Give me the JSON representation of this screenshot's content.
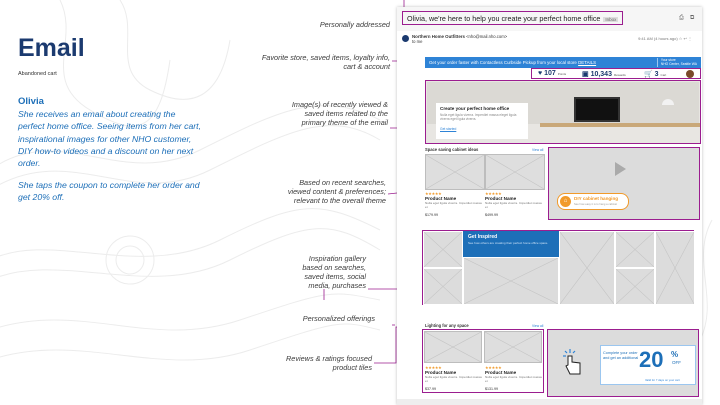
{
  "slide": {
    "title": "Email",
    "subtitle": "Abandoned cart",
    "persona_name": "Olivia",
    "story_paragraphs": [
      "She receives an email about creating the perfect home office. Seeing items from her cart, inspirational images for other NHO customer, DIY how-to videos and a discount on her next order.",
      "She taps the coupon to complete her order and get 20% off."
    ]
  },
  "annotations": {
    "personally_addressed": "Personally addressed",
    "favorites": "Favorite store, saved items, loyalty info, cart & account",
    "images_recent": "Image(s) of recently viewed & saved items related to the primary theme of the email",
    "based_on_recent": "Based on recent searches, viewed content & preferences; relevant to the overall theme",
    "inspiration": "Inspiration gallery based on searches, saved items, social media, purchases",
    "personalized": "Personalized offerings",
    "reviews": "Reviews & ratings focused product tiles"
  },
  "email": {
    "subject": "Olivia, we're here to help you create your perfect home office",
    "subject_tag": "Inbox",
    "sender_name": "Northern Home Outfitters",
    "sender_email": "<nho@mail.nho.com>",
    "sender_to": "to me",
    "sender_meta": "9:41 AM (4 hours ago)",
    "bluebar_text": "Get your order faster with Contactless Curbside Pickup from your local store",
    "bluebar_link": "DETAILS",
    "store_label": "Your store",
    "store_name": "NHO Center, Seattle WA",
    "loyalty": {
      "points": "107",
      "points_label": "Points",
      "rewards": "10,343",
      "rewards_label": "Rewards",
      "cart": "3",
      "cart_label": "Cart"
    },
    "hero": {
      "title": "Create your perfect home office",
      "body": "Nulla eget ligula viverra. Imperdiet massa eleget ligula viverra eget ligula viverra.",
      "link": "Get started"
    },
    "section1": {
      "title": "Space saving cabinet ideas",
      "view_all": "View all"
    },
    "products1": [
      {
        "stars": "★★★★★",
        "name": "Product Name",
        "desc": "Nulla eget ligula viverra. Imperdiet massa et",
        "price": "$179.99"
      },
      {
        "stars": "★★★★★",
        "name": "Product Name",
        "desc": "Nulla eget ligula viverra. Imperdiet massa et",
        "price": "$499.99"
      }
    ],
    "diy": {
      "icon": "⌂",
      "title": "DIY cabinet hanging",
      "sub": "See how easy it is to hang a cabinet"
    },
    "gallery": {
      "title": "Get Inspired",
      "body": "See how others are creating their perfect home office space."
    },
    "section2": {
      "title": "Lighting for any space",
      "view_all": "View all"
    },
    "products2": [
      {
        "stars": "★★★★★",
        "name": "Product Name",
        "desc": "Nulla eget ligula viverra. Imperdiet massa et",
        "price": "$37.99"
      },
      {
        "stars": "★★★★★",
        "name": "Product Name",
        "desc": "Nulla eget ligula viverra. Imperdiet massa et",
        "price": "$131.99"
      }
    ],
    "coupon": {
      "text": "Complete your order and get an additional",
      "percent": "20",
      "percent_sign": "%",
      "off": "OFF",
      "terms": "Valid for 7 days on your cart"
    }
  },
  "colors": {
    "accent": "#1d6fb8",
    "highlight": "#9b1d8f",
    "title": "#1b3a6f",
    "orange": "#f19a2a"
  }
}
